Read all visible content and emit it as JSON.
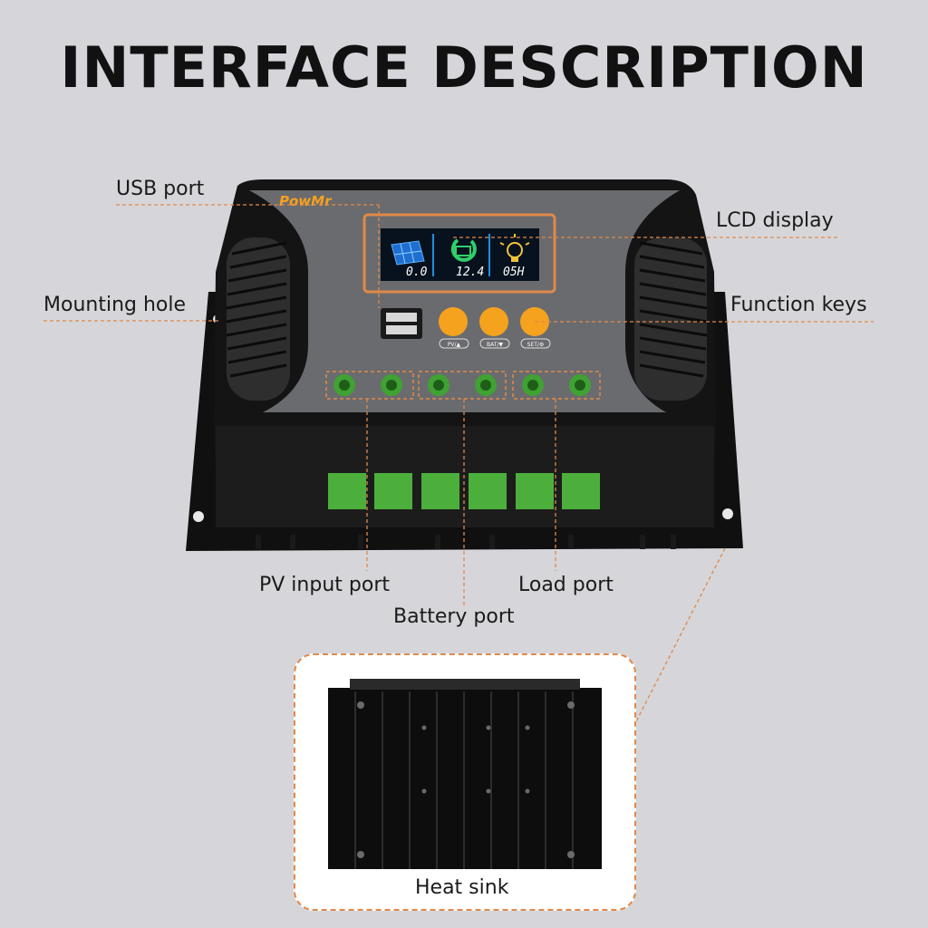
{
  "title": "INTERFACE DESCRIPTION",
  "labels": {
    "usb_port": "USB port",
    "lcd_display": "LCD display",
    "mounting_hole": "Mounting hole",
    "function_keys": "Function keys",
    "pv_input_port": "PV input port",
    "load_port": "Load port",
    "battery_port": "Battery port",
    "heat_sink": "Heat sink"
  },
  "device": {
    "brand": "PowMr",
    "lcd": {
      "pv_value": "0.0",
      "battery_value": "12.4",
      "load_value": "05H"
    },
    "keys": [
      "PV/▲",
      "BAT/▼",
      "SET/⚙"
    ]
  },
  "colors": {
    "accent_orange": "#e0894a",
    "key_orange": "#f5a21e",
    "terminal_green": "#4caf3c",
    "lcd_blue": "#1e8fe0",
    "lcd_green": "#2fd06a",
    "lcd_yellow": "#f2c23a"
  },
  "icons": [
    "solar-panel-icon",
    "battery-icon",
    "bulb-icon"
  ]
}
